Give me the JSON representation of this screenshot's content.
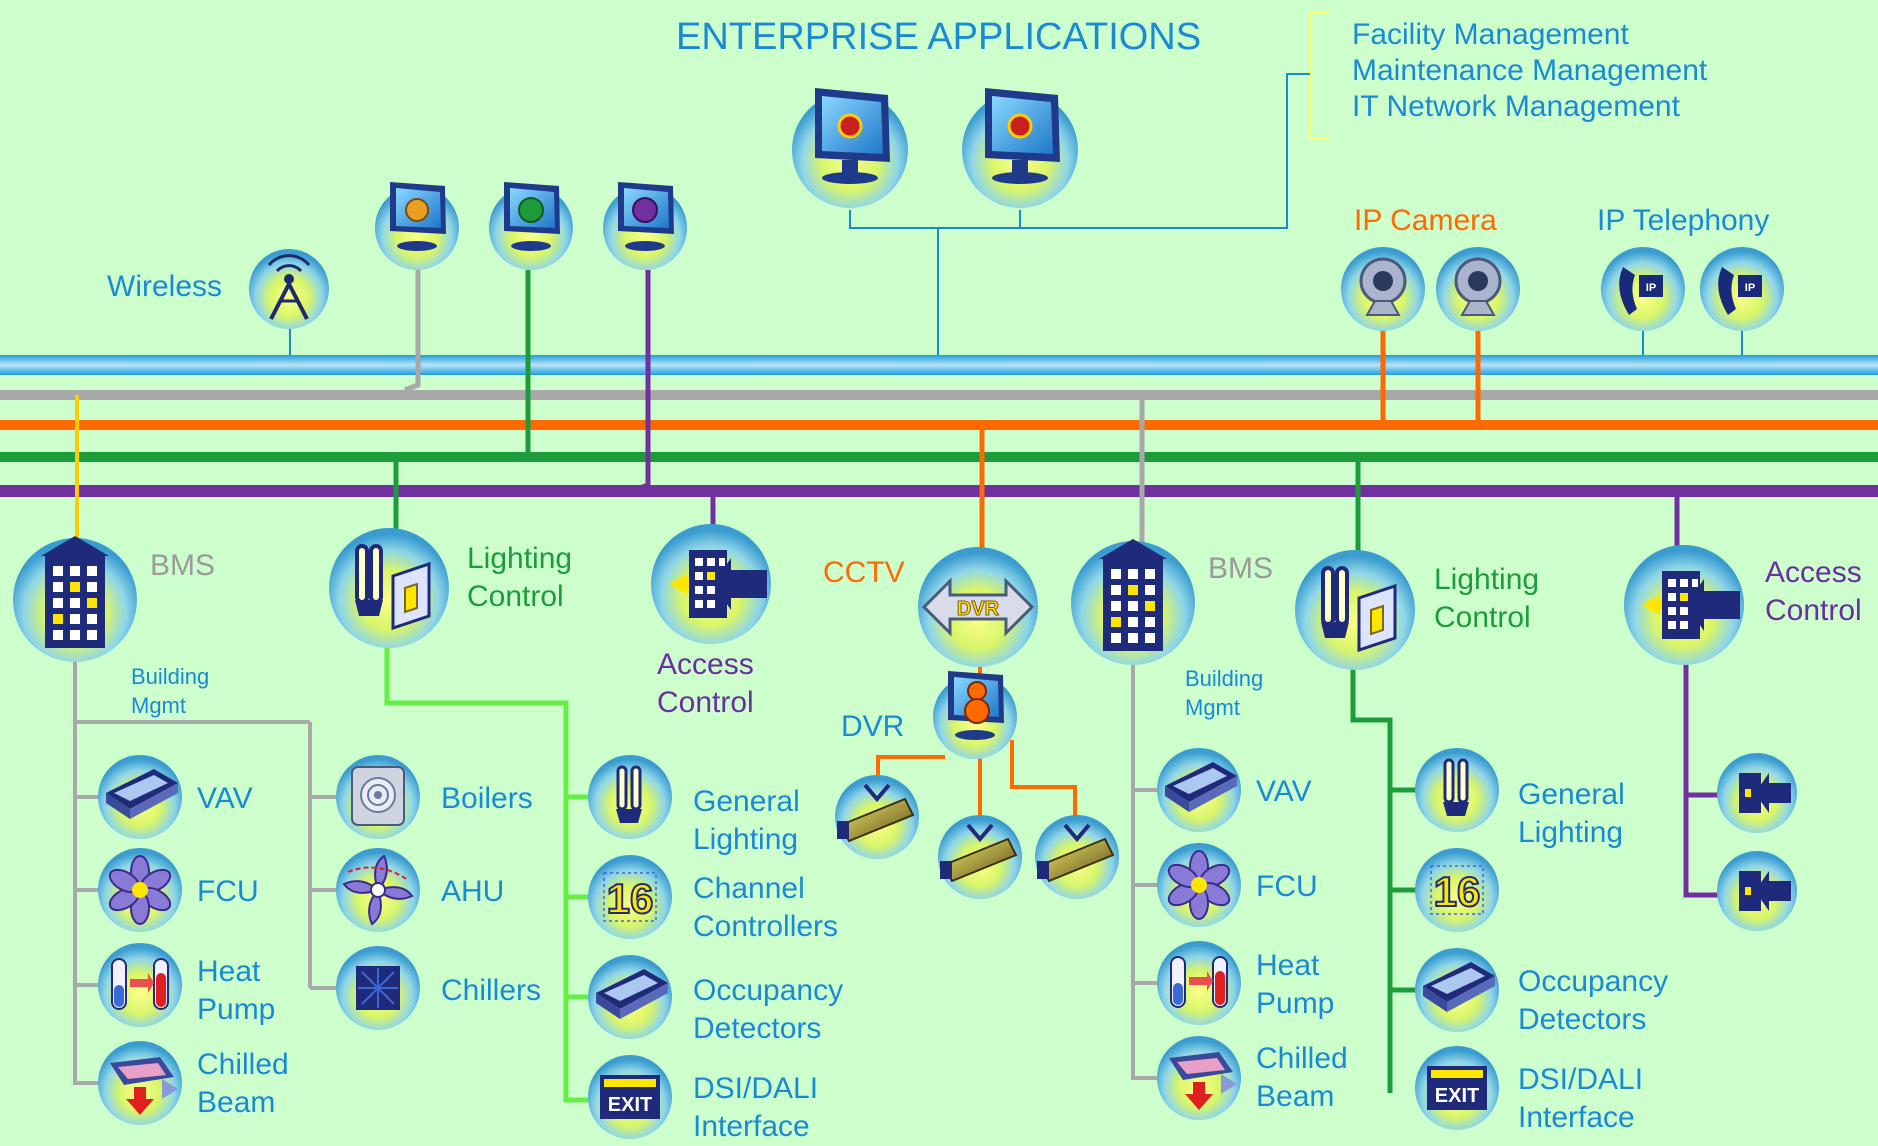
{
  "header": {
    "title": "ENTERPRISE APPLICATIONS",
    "enterprise_apps": [
      "Facility Management",
      "Maintenance Management",
      "IT Network Management"
    ]
  },
  "top": {
    "wireless": "Wireless",
    "ip_camera": "IP Camera",
    "ip_telephony": "IP Telephony"
  },
  "left_group": {
    "bms": "BMS",
    "bms_sub": [
      "Building",
      "Mgmt"
    ],
    "lighting": [
      "Lighting",
      "Control"
    ],
    "access": [
      "Access",
      "Control"
    ],
    "bms_items": {
      "vav": "VAV",
      "fcu": "FCU",
      "heat_pump": [
        "Heat",
        "Pump"
      ],
      "chilled_beam": [
        "Chilled",
        "Beam"
      ],
      "boilers": "Boilers",
      "ahu": "AHU",
      "chillers": "Chillers"
    },
    "lighting_items": {
      "general": [
        "General",
        "Lighting"
      ],
      "channel": [
        "Channel",
        "Controllers"
      ],
      "occupancy": [
        "Occupancy",
        "Detectors"
      ],
      "dsi": [
        "DSI/DALI",
        "Interface"
      ]
    }
  },
  "center": {
    "cctv": "CCTV",
    "dvr": "DVR",
    "dvr_badge": "DVR"
  },
  "right_group": {
    "bms": "BMS",
    "bms_sub": [
      "Building",
      "Mgmt"
    ],
    "lighting": [
      "Lighting",
      "Control"
    ],
    "access": [
      "Access",
      "Control"
    ],
    "bms_items": {
      "vav": "VAV",
      "fcu": "FCU",
      "heat_pump": [
        "Heat",
        "Pump"
      ],
      "chilled_beam": [
        "Chilled",
        "Beam"
      ]
    },
    "lighting_items": {
      "general": [
        "General",
        "Lighting"
      ],
      "occupancy": [
        "Occupancy",
        "Detectors"
      ],
      "dsi": [
        "DSI/DALI",
        "Interface"
      ]
    }
  },
  "icon_text": {
    "exit": "EXIT",
    "channel_num": "16",
    "ip": "IP"
  },
  "colors": {
    "background": "#ccffcc",
    "ip_bus": "#3aa8e0",
    "bms_bus": "#a8a8a8",
    "cctv_bus": "#ff6a00",
    "lighting_bus": "#1e9c3c",
    "access_bus": "#7030a0",
    "enterprise_bracket": "#ffff66",
    "lighting_branch": "#66ee44"
  },
  "icons": [
    "monitor-icon",
    "wireless-antenna-icon",
    "webcam-icon",
    "ip-phone-icon",
    "building-icon",
    "fluorescent-lamp-icon",
    "door-access-icon",
    "dvr-icon",
    "security-camera-icon",
    "vav-unit-icon",
    "fan-icon",
    "heat-pump-icon",
    "chilled-beam-icon",
    "boiler-icon",
    "ahu-icon",
    "chiller-icon",
    "channel-controller-icon",
    "occupancy-detector-icon",
    "exit-sign-icon",
    "card-reader-icon"
  ]
}
